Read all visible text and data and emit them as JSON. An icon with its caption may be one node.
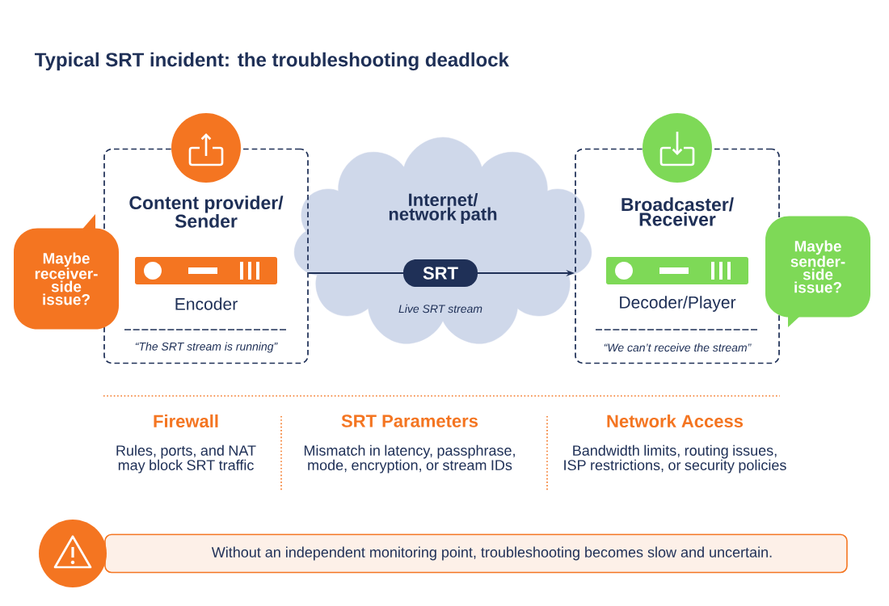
{
  "diagram": {
    "title": "Typical SRT incident: the troubleshooting deadlock",
    "nodes": [
      {
        "text": [
          "Content provider/ Sender",
          "“The SRT stream is running”"
        ]
      },
      {
        "text": [
          "Encoder"
        ],
        "in": 0
      },
      {
        "text": [
          "Internet/ network path"
        ]
      },
      {
        "text": [
          "Broadcaster/ Receiver",
          "“We can’t receive the stream”"
        ]
      },
      {
        "text": [
          "Decoder/Player"
        ],
        "in": 3
      },
      {
        "text": [
          "Maybe receiver-side issue?"
        ]
      },
      {
        "text": [
          "Maybe sender-side issue?"
        ]
      },
      {
        "text": [
          "Without an independent monitoring point, troubleshooting becomes slow and uncertain."
        ]
      }
    ],
    "edges": [
      {
        "from": 0,
        "to": 3,
        "arrow": "to",
        "label": "SRT"
      }
    ],
    "labels": [
      "Live SRT stream",
      "Firewall",
      "Rules, ports, and NAT may block SRT traffic",
      "SRT Parameters",
      "Mismatch in latency, passphrase, mode, encryption, or stream IDs",
      "Network Access",
      "Bandwidth limits, routing issues, ISP restrictions, or security policies"
    ]
  }
}
